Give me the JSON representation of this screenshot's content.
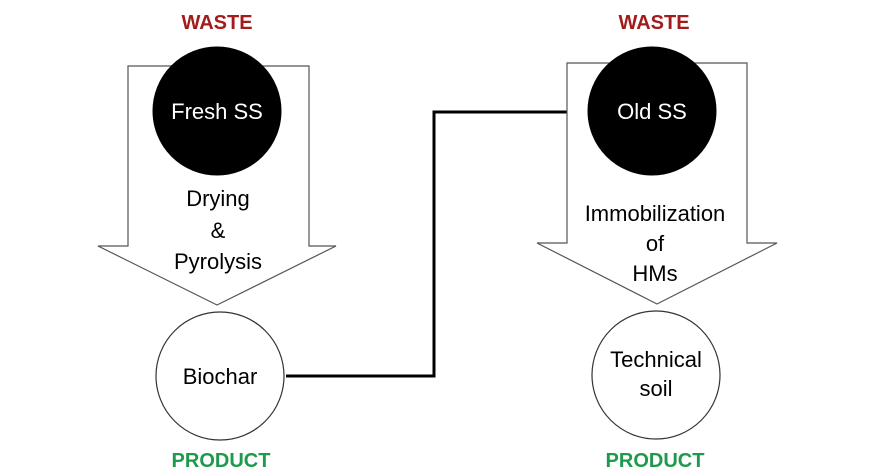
{
  "left_flow": {
    "top_label": "WASTE",
    "input": "Fresh SS",
    "process": [
      "Drying",
      "&",
      "Pyrolysis"
    ],
    "output": "Biochar",
    "bottom_label": "PRODUCT"
  },
  "right_flow": {
    "top_label": "WASTE",
    "input": "Old SS",
    "process": [
      "Immobilization",
      "of",
      "HMs"
    ],
    "output": [
      "Technical",
      "soil"
    ],
    "bottom_label": "PRODUCT"
  },
  "colors": {
    "waste": "#a31c1c",
    "product": "#1e9a4c",
    "dark_node": "#000000",
    "connector": "#000000"
  }
}
